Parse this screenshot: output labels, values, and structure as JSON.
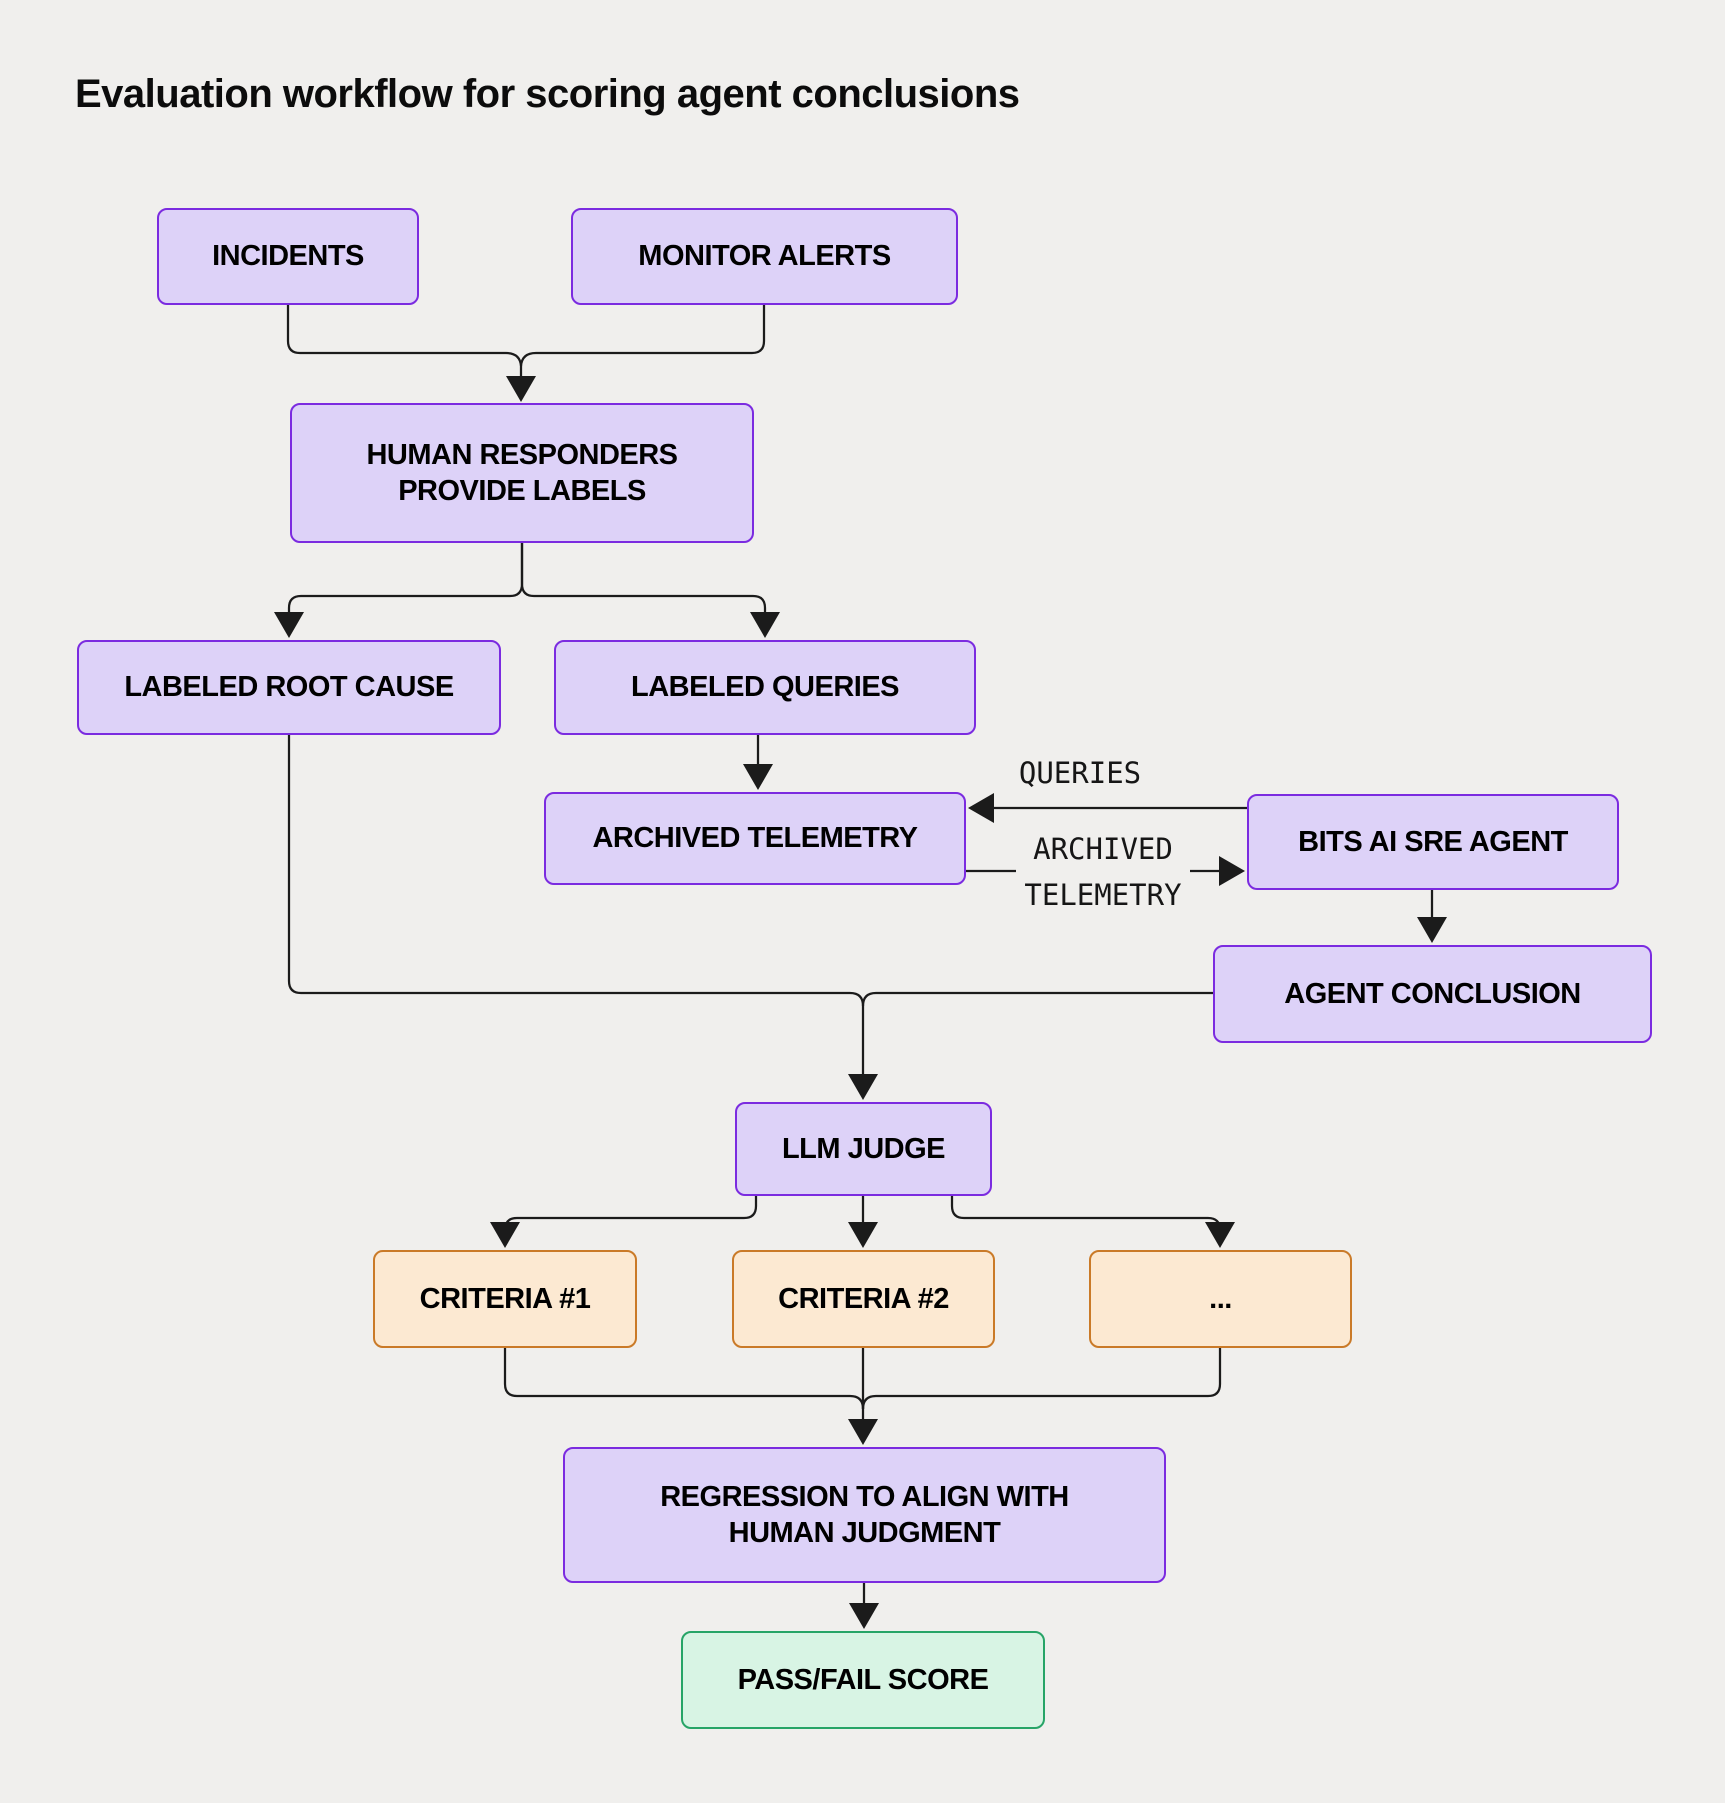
{
  "title": "Evaluation workflow for scoring agent conclusions",
  "nodes": {
    "incidents": {
      "label": "INCIDENTS"
    },
    "monitor_alerts": {
      "label": "MONITOR ALERTS"
    },
    "human_responders": {
      "label": "HUMAN RESPONDERS\nPROVIDE LABELS"
    },
    "labeled_root_cause": {
      "label": "LABELED ROOT CAUSE"
    },
    "labeled_queries": {
      "label": "LABELED QUERIES"
    },
    "archived_telemetry": {
      "label": "ARCHIVED TELEMETRY"
    },
    "bits_ai_sre_agent": {
      "label": "BITS AI SRE AGENT"
    },
    "agent_conclusion": {
      "label": "AGENT CONCLUSION"
    },
    "llm_judge": {
      "label": "LLM JUDGE"
    },
    "criteria_1": {
      "label": "CRITERIA #1"
    },
    "criteria_2": {
      "label": "CRITERIA #2"
    },
    "criteria_more": {
      "label": "..."
    },
    "regression": {
      "label": "REGRESSION TO ALIGN WITH\nHUMAN JUDGMENT"
    },
    "pass_fail_score": {
      "label": "PASS/FAIL SCORE"
    }
  },
  "edge_labels": {
    "queries": "QUERIES",
    "archived_telemetry": "ARCHIVED\nTELEMETRY"
  },
  "edges": [
    {
      "from": "INCIDENTS",
      "to": "HUMAN RESPONDERS PROVIDE LABELS"
    },
    {
      "from": "MONITOR ALERTS",
      "to": "HUMAN RESPONDERS PROVIDE LABELS"
    },
    {
      "from": "HUMAN RESPONDERS PROVIDE LABELS",
      "to": "LABELED ROOT CAUSE"
    },
    {
      "from": "HUMAN RESPONDERS PROVIDE LABELS",
      "to": "LABELED QUERIES"
    },
    {
      "from": "LABELED QUERIES",
      "to": "ARCHIVED TELEMETRY"
    },
    {
      "from": "BITS AI SRE AGENT",
      "to": "ARCHIVED TELEMETRY",
      "label": "QUERIES"
    },
    {
      "from": "ARCHIVED TELEMETRY",
      "to": "BITS AI SRE AGENT",
      "label": "ARCHIVED TELEMETRY"
    },
    {
      "from": "BITS AI SRE AGENT",
      "to": "AGENT CONCLUSION"
    },
    {
      "from": "LABELED ROOT CAUSE",
      "to": "LLM JUDGE"
    },
    {
      "from": "AGENT CONCLUSION",
      "to": "LLM JUDGE"
    },
    {
      "from": "LLM JUDGE",
      "to": "CRITERIA #1"
    },
    {
      "from": "LLM JUDGE",
      "to": "CRITERIA #2"
    },
    {
      "from": "LLM JUDGE",
      "to": "..."
    },
    {
      "from": "CRITERIA #1",
      "to": "REGRESSION TO ALIGN WITH HUMAN JUDGMENT"
    },
    {
      "from": "CRITERIA #2",
      "to": "REGRESSION TO ALIGN WITH HUMAN JUDGMENT"
    },
    {
      "from": "...",
      "to": "REGRESSION TO ALIGN WITH HUMAN JUDGMENT"
    },
    {
      "from": "REGRESSION TO ALIGN WITH HUMAN JUDGMENT",
      "to": "PASS/FAIL SCORE"
    }
  ],
  "colors": {
    "background": "#f0efed",
    "purple_fill": "#ddd2f8",
    "purple_border": "#7b2be0",
    "orange_fill": "#fce9d2",
    "orange_border": "#ca7a28",
    "green_fill": "#d8f4e4",
    "green_border": "#27a467",
    "line": "#1b1b1b"
  }
}
